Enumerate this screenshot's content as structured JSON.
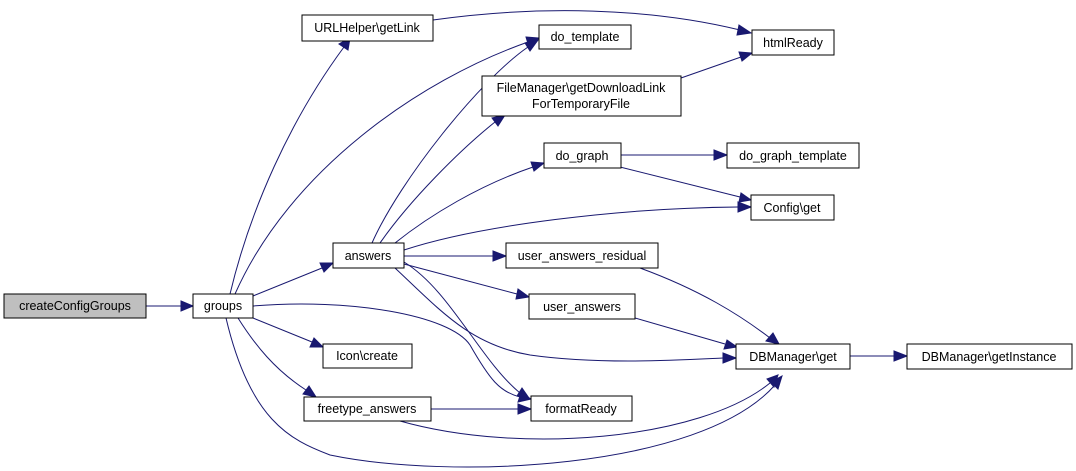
{
  "nodes": {
    "createConfigGroups": "createConfigGroups",
    "groups": "groups",
    "urlhelper_getlink": "URLHelper\\getLink",
    "do_template": "do_template",
    "htmlready": "htmlReady",
    "filemanager_line1": "FileManager\\getDownloadLink",
    "filemanager_line2": "ForTemporaryFile",
    "do_graph": "do_graph",
    "do_graph_template": "do_graph_template",
    "config_get": "Config\\get",
    "answers": "answers",
    "user_answers_residual": "user_answers_residual",
    "user_answers": "user_answers",
    "dbmanager_get": "DBManager\\get",
    "dbmanager_getinstance": "DBManager\\getInstance",
    "icon_create": "Icon\\create",
    "freetype_answers": "freetype_answers",
    "formatready": "formatReady"
  },
  "colors": {
    "edge": "#191970",
    "root_fill": "#bfbfbf",
    "node_fill": "#ffffff",
    "node_stroke": "#000000"
  }
}
